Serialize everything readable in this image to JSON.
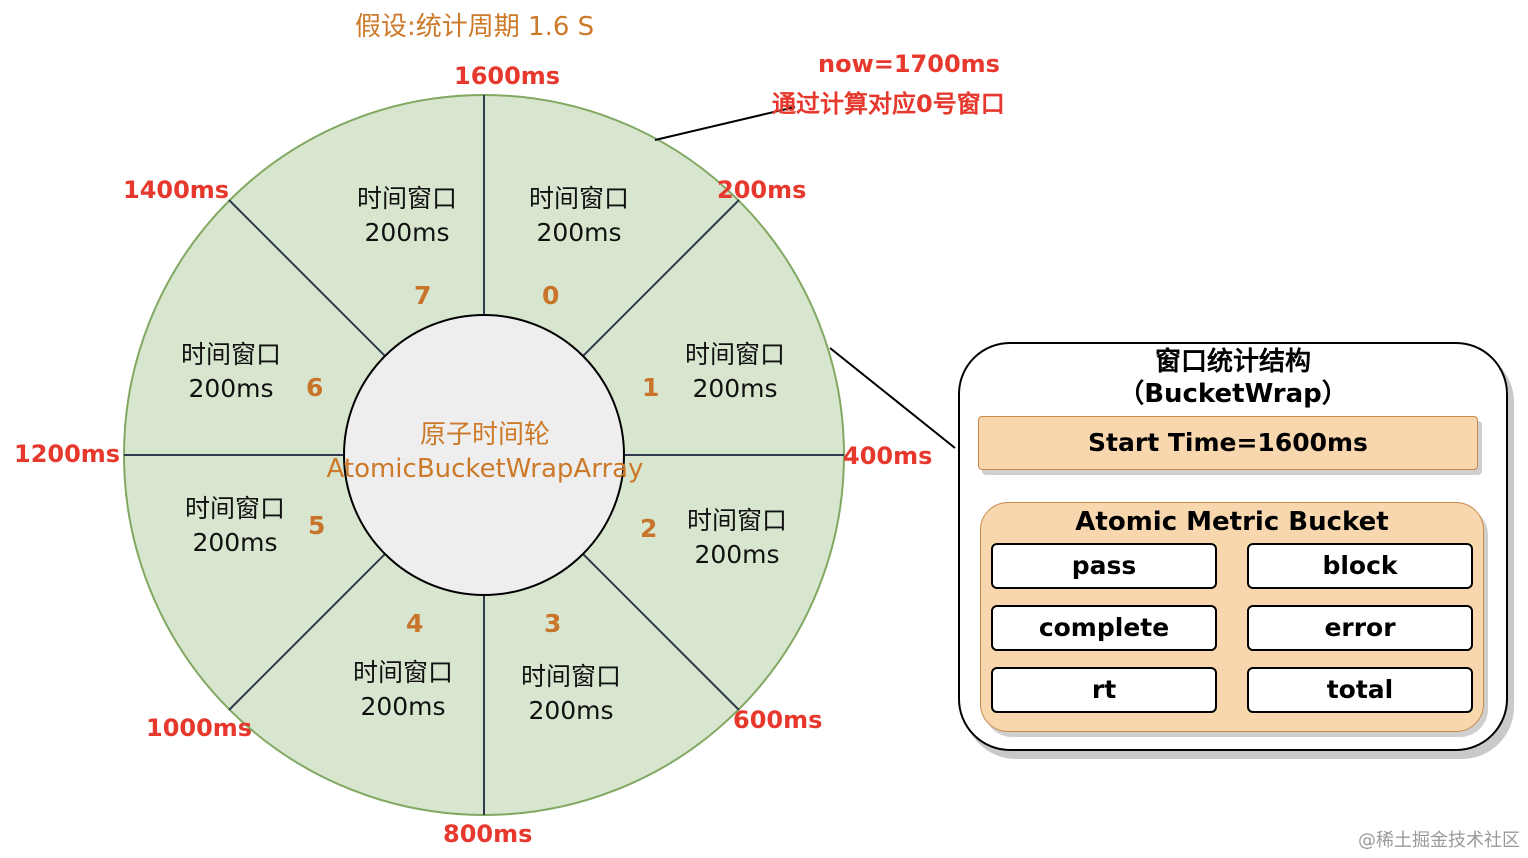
{
  "title": "假设:统计周期 1.6 S",
  "annotation": {
    "line1": "now=1700ms",
    "line2": "通过计算对应0号窗口"
  },
  "ticks": [
    "1600ms",
    "200ms",
    "400ms",
    "600ms",
    "800ms",
    "1000ms",
    "1200ms",
    "1400ms"
  ],
  "segments": [
    {
      "index": "0",
      "label": "时间窗口",
      "duration": "200ms"
    },
    {
      "index": "1",
      "label": "时间窗口",
      "duration": "200ms"
    },
    {
      "index": "2",
      "label": "时间窗口",
      "duration": "200ms"
    },
    {
      "index": "3",
      "label": "时间窗口",
      "duration": "200ms"
    },
    {
      "index": "4",
      "label": "时间窗口",
      "duration": "200ms"
    },
    {
      "index": "5",
      "label": "时间窗口",
      "duration": "200ms"
    },
    {
      "index": "6",
      "label": "时间窗口",
      "duration": "200ms"
    },
    {
      "index": "7",
      "label": "时间窗口",
      "duration": "200ms"
    }
  ],
  "hub": {
    "line1": "原子时间轮",
    "line2": "AtomicBucketWrapArray"
  },
  "structure": {
    "title_line1": "窗口统计结构",
    "title_line2": "（BucketWrap）",
    "start_time": "Start Time=1600ms",
    "bucket_title": "Atomic Metric Bucket",
    "fields": [
      "pass",
      "block",
      "complete",
      "error",
      "rt",
      "total"
    ]
  },
  "watermark": "@稀土掘金技术社区",
  "colors": {
    "wheel_fill": "#d8e6cf",
    "wheel_stroke": "#82a862",
    "hub_fill": "#eeeeee",
    "accent_red": "#e6382c",
    "accent_orange": "#cc7a29",
    "box_fill": "#f8d7ae"
  }
}
